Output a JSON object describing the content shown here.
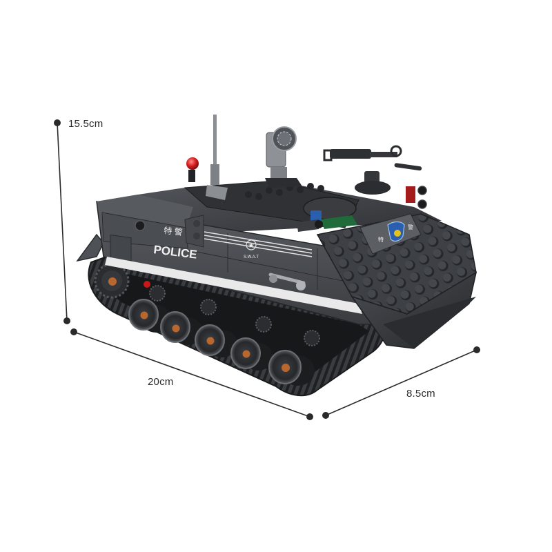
{
  "product": {
    "subject": "SWAT police tracked armored vehicle (building blocks)",
    "decals": {
      "side_text": "POLICE",
      "side_chinese": "特 警",
      "unit_text": "S.W.A.T",
      "front_chinese_left": "特",
      "front_chinese_right": "警"
    }
  },
  "dimensions": {
    "height": {
      "label": "15.5cm"
    },
    "length": {
      "label": "20cm"
    },
    "width": {
      "label": "8.5cm"
    }
  },
  "colors": {
    "background": "#ffffff",
    "body_dark": "#2b2d30",
    "body_mid": "#4a4d52",
    "body_light": "#6d7076",
    "stripe": "#e9e9e9",
    "beacon_red": "#d81e1e",
    "hub_orange": "#b8672f",
    "accent_blue": "#2a5fb0",
    "accent_green": "#1f6b3a",
    "dim_line": "#2a2a2a"
  }
}
